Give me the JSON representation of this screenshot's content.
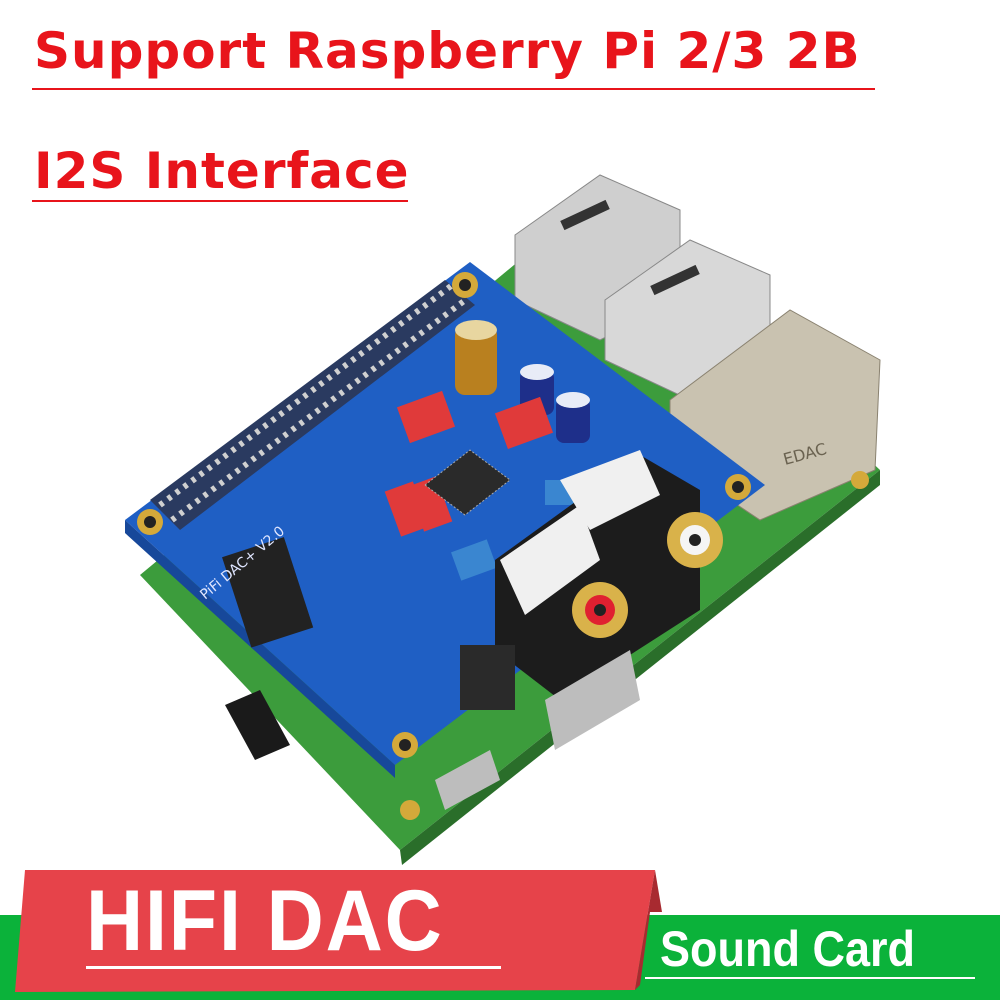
{
  "headline": {
    "line1": "Support Raspberry Pi 2/3 2B",
    "line2": "I2S Interface"
  },
  "banner": {
    "main": "HIFI DAC",
    "sub": "Sound Card"
  },
  "board_labels": {
    "hat": "PiFi DAC+ V2.0",
    "ethernet": "EDAC"
  },
  "colors": {
    "headline": "#e8141b",
    "red_banner": "#e6434a",
    "green_band": "#0bb23a",
    "hat_board": "#1f5fc4",
    "pi_board": "#3a9a3a"
  }
}
